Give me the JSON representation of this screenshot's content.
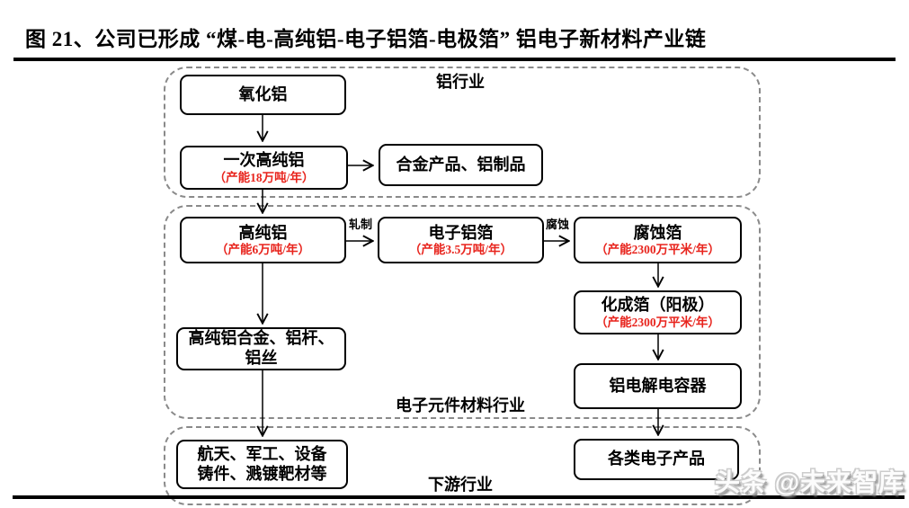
{
  "title": "图 21、公司已形成 “煤-电-高纯铝-电子铝箔-电极箔” 铝电子新材料产业链",
  "groups": {
    "aluminum": "铝行业",
    "components": "电子元件材料行业",
    "downstream": "下游行业"
  },
  "nodes": {
    "alumina": {
      "title": "氧化铝"
    },
    "primary_high_purity_al": {
      "title": "一次高纯铝",
      "capacity": "（产能18万吨/年）"
    },
    "alloy_products": {
      "title": "合金产品、铝制品"
    },
    "high_purity_al": {
      "title": "高纯铝",
      "capacity": "（产能6万吨/年）"
    },
    "electronic_al_foil": {
      "title": "电子铝箔",
      "capacity": "（产能3.5万吨/年）"
    },
    "etched_foil": {
      "title": "腐蚀箔",
      "capacity": "（产能2300万平米/年）"
    },
    "formed_foil": {
      "title": "化成箔（阳极）",
      "capacity": "（产能2300万平米/年）"
    },
    "al_electrolytic_capacitor": {
      "title": "铝电解电容器"
    },
    "hp_al_alloy": {
      "line1": "高纯铝合金、铝杆、",
      "line2": "铝丝"
    },
    "aerospace_military": {
      "line1": "航天、军工、设备",
      "line2": "铸件、溅镀靶材等"
    },
    "electronic_products": {
      "title": "各类电子产品"
    }
  },
  "edge_labels": {
    "rolling": "轧制",
    "etching": "腐蚀"
  },
  "watermark": "头条 @未来智库",
  "colors": {
    "capacity_red": "#e8241d",
    "dash_gray": "#8a8a8a"
  }
}
